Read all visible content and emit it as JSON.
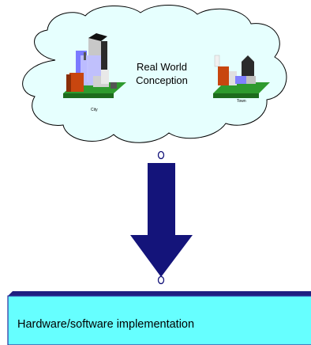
{
  "cloud": {
    "title": "Real World Conception",
    "title_line1": "Real World",
    "title_line2": "Conception",
    "fill_color": "#e6fffe",
    "left_icon": {
      "name": "city-icon",
      "label": "City"
    },
    "right_icon": {
      "name": "town-icon",
      "label": "Town"
    }
  },
  "arrow": {
    "color": "#14147a"
  },
  "box": {
    "label": "Hardware/software implementation",
    "fill_color": "#66ffff",
    "border_color": "#2a2a9a"
  }
}
